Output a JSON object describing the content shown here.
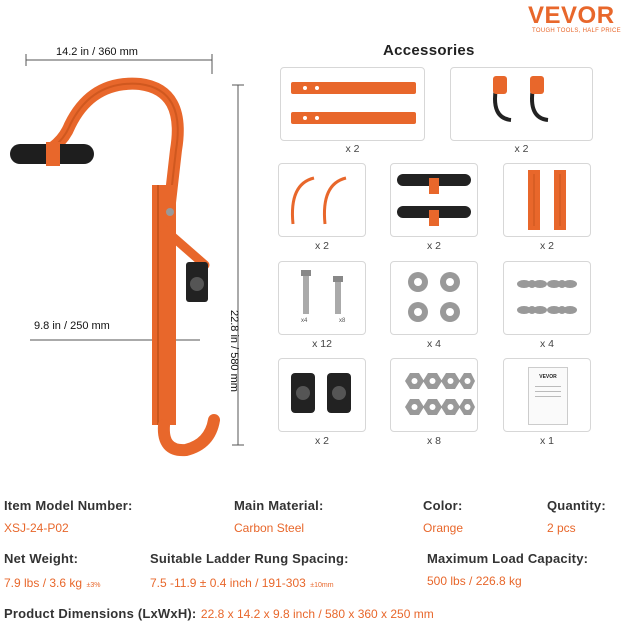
{
  "brand": {
    "name": "VEVOR",
    "tagline": "TOUGH TOOLS, HALF PRICE",
    "color": "#e8672b"
  },
  "dimensions": {
    "width": "14.2 in / 360 mm",
    "height": "22.8 in / 580 mm",
    "depth": "9.8 in / 250 mm"
  },
  "accessories": {
    "title": "Accessories",
    "items": [
      {
        "icon": "strap-bars-icon",
        "qty": "x 2"
      },
      {
        "icon": "hook-clip-icon",
        "qty": "x 2"
      },
      {
        "icon": "arc-rod-icon",
        "qty": "x 2"
      },
      {
        "icon": "handle-bar-icon",
        "qty": "x 2"
      },
      {
        "icon": "bracket-plate-icon",
        "qty": "x 2"
      },
      {
        "icon": "bolt-icon",
        "qty": "x 12",
        "sub": [
          "x4",
          "x8"
        ]
      },
      {
        "icon": "washer-icon",
        "qty": "x 4"
      },
      {
        "icon": "wing-nut-icon",
        "qty": "x 4"
      },
      {
        "icon": "wheel-icon",
        "qty": "x 2"
      },
      {
        "icon": "hex-nut-icon",
        "qty": "x 8"
      },
      {
        "icon": "manual-icon",
        "qty": "x 1",
        "manual_brand": "VEVOR"
      }
    ]
  },
  "specs": {
    "model_label": "Item Model Number:",
    "model_value": "XSJ-24-P02",
    "material_label": "Main Material:",
    "material_value": "Carbon Steel",
    "color_label": "Color:",
    "color_value": "Orange",
    "quantity_label": "Quantity:",
    "quantity_value": "2 pcs",
    "weight_label": "Net Weight:",
    "weight_value": "7.9 lbs / 3.6 kg",
    "weight_note": "±3%",
    "spacing_label": "Suitable Ladder Rung Spacing:",
    "spacing_value": "7.5 -11.9 ± 0.4 inch / 191-303",
    "spacing_note": "±10mm",
    "load_label": "Maximum Load Capacity:",
    "load_value": "500 lbs / 226.8 kg",
    "dims_label": "Product Dimensions (LxWxH):",
    "dims_value": "22.8 x 14.2 x 9.8 inch / 580 x 360 x 250 mm"
  }
}
